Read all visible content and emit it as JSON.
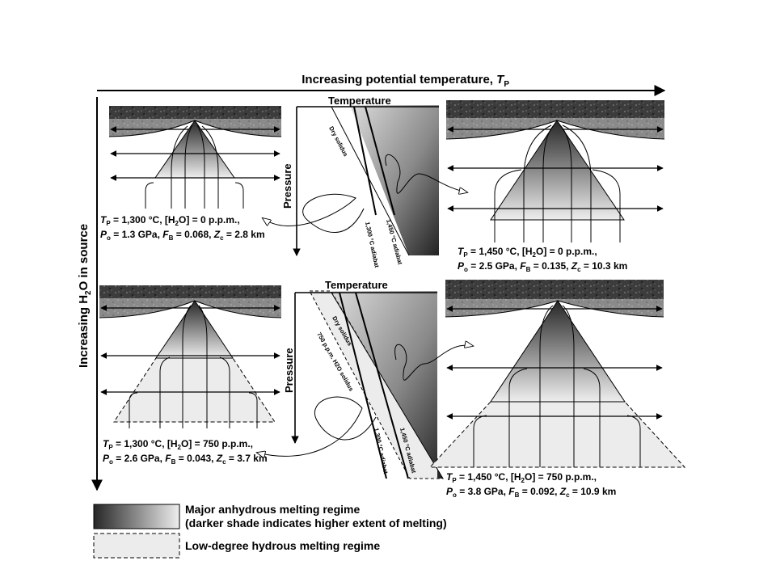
{
  "axes": {
    "x_label": "Increasing potential temperature, ",
    "x_sym": "T",
    "x_sub": "P",
    "y_label_a": "Increasing H",
    "y_sub": "2",
    "y_label_b": "O in source"
  },
  "phase_diagrams": {
    "top": {
      "temperature": "Temperature",
      "pressure": "Pressure",
      "dry_solidus": "Dry solidus",
      "adiabat_1300": "1,300 °C adiabat",
      "adiabat_1450": "1,450 °C adiabat"
    },
    "bottom": {
      "temperature": "Temperature",
      "pressure": "Pressure",
      "dry_solidus": "Dry solidus",
      "wet_solidus": "750 p.p.m. H2O solidus",
      "adiabat_1300": "1,300 °C adiabat",
      "adiabat_1450": "1,450 °C adiabat"
    }
  },
  "panels": {
    "tl": {
      "l1a": "T",
      "l1b": "P",
      "l1c": " = 1,300 °C, [H",
      "l1d": "2",
      "l1e": "O] = 0 p.p.m.,",
      "l2a": "P",
      "l2b": "o",
      "l2c": " = 1.3 GPa, ",
      "l2d": "F",
      "l2e": "B",
      "l2f": " = 0.068, ",
      "l2g": "Z",
      "l2h": "c",
      "l2i": " = 2.8 km"
    },
    "tr": {
      "l1a": "T",
      "l1b": "P",
      "l1c": " = 1,450 °C, [H",
      "l1d": "2",
      "l1e": "O] = 0 p.p.m.,",
      "l2a": "P",
      "l2b": "o",
      "l2c": " = 2.5 GPa, ",
      "l2d": "F",
      "l2e": "B",
      "l2f": " = 0.135, ",
      "l2g": "Z",
      "l2h": "c",
      "l2i": " = 10.3 km"
    },
    "bl": {
      "l1a": "T",
      "l1b": "P",
      "l1c": " = 1,300 °C, [H",
      "l1d": "2",
      "l1e": "O] = 750 p.p.m.,",
      "l2a": "P",
      "l2b": "o",
      "l2c": " = 2.6 GPa, ",
      "l2d": "F",
      "l2e": "B",
      "l2f": " = 0.043, ",
      "l2g": "Z",
      "l2h": "c",
      "l2i": " = 3.7 km"
    },
    "br": {
      "l1a": "T",
      "l1b": "P",
      "l1c": " = 1,450 °C, [H",
      "l1d": "2",
      "l1e": "O] = 750 p.p.m.,",
      "l2a": "P",
      "l2b": "o",
      "l2c": " = 3.8 GPa, ",
      "l2d": "F",
      "l2e": "B",
      "l2f": " = 0.092, ",
      "l2g": "Z",
      "l2h": "c",
      "l2i": " = 10.9 km"
    }
  },
  "legend": {
    "anhydrous_line1": "Major anhydrous melting regime",
    "anhydrous_line2": "(darker shade indicates higher extent of melting)",
    "hydrous": "Low-degree hydrous melting regime"
  },
  "colors": {
    "crust_dark": "#3c3c3c",
    "lithosphere": "#8a8a8a",
    "melt_dark": "#262626",
    "melt_light": "#eeeeee",
    "hydrous_fill": "#ececec"
  }
}
